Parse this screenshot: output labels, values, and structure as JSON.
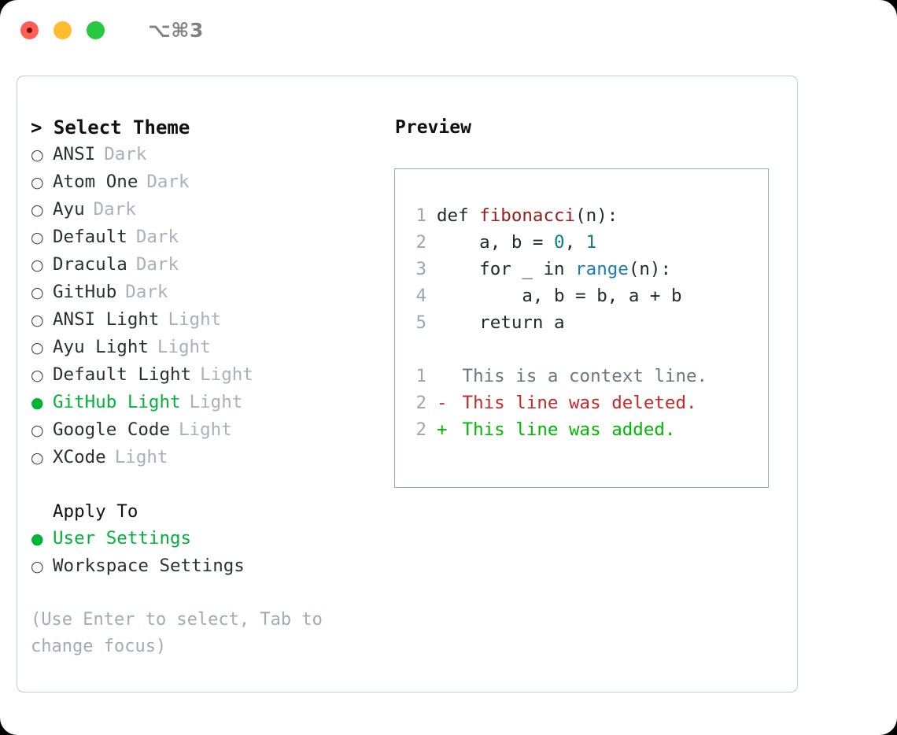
{
  "titlebar": {
    "shortcut": "⌥⌘3",
    "lights": [
      "close",
      "minimize",
      "maximize"
    ]
  },
  "theme_picker": {
    "header": "> Select Theme",
    "bullet_unselected": "○",
    "bullet_selected": "●",
    "accent_color": "#00b339",
    "items": [
      {
        "label": "ANSI",
        "kind": "Dark",
        "selected": false
      },
      {
        "label": "Atom One",
        "kind": "Dark",
        "selected": false
      },
      {
        "label": "Ayu",
        "kind": "Dark",
        "selected": false
      },
      {
        "label": "Default",
        "kind": "Dark",
        "selected": false
      },
      {
        "label": "Dracula",
        "kind": "Dark",
        "selected": false
      },
      {
        "label": "GitHub",
        "kind": "Dark",
        "selected": false
      },
      {
        "label": "ANSI Light",
        "kind": "Light",
        "selected": false
      },
      {
        "label": "Ayu Light",
        "kind": "Light",
        "selected": false
      },
      {
        "label": "Default Light",
        "kind": "Light",
        "selected": false
      },
      {
        "label": "GitHub Light",
        "kind": "Light",
        "selected": true
      },
      {
        "label": "Google Code",
        "kind": "Light",
        "selected": false
      },
      {
        "label": "XCode",
        "kind": "Light",
        "selected": false
      }
    ]
  },
  "apply_to": {
    "header": "Apply To",
    "options": [
      {
        "label": "User Settings",
        "selected": true
      },
      {
        "label": "Workspace Settings",
        "selected": false
      }
    ]
  },
  "help_text": "(Use Enter to select, Tab to change focus)",
  "preview": {
    "title": "Preview",
    "code_lines": [
      {
        "no": "1",
        "parts": [
          {
            "t": "def ",
            "c": "plain"
          },
          {
            "t": "fibonacci",
            "c": "fn"
          },
          {
            "t": "(n):",
            "c": "plain"
          }
        ]
      },
      {
        "no": "2",
        "parts": [
          {
            "t": "    a, b = ",
            "c": "plain"
          },
          {
            "t": "0",
            "c": "num"
          },
          {
            "t": ", ",
            "c": "plain"
          },
          {
            "t": "1",
            "c": "num"
          }
        ]
      },
      {
        "no": "3",
        "parts": [
          {
            "t": "    for _ in ",
            "c": "plain"
          },
          {
            "t": "range",
            "c": "call"
          },
          {
            "t": "(n):",
            "c": "plain"
          }
        ]
      },
      {
        "no": "4",
        "parts": [
          {
            "t": "        a, b = b, a + b",
            "c": "plain"
          }
        ]
      },
      {
        "no": "5",
        "parts": [
          {
            "t": "    return a",
            "c": "plain"
          }
        ]
      }
    ],
    "diff_lines": [
      {
        "no": "1",
        "marker": " ",
        "text": " This is a context line.",
        "kind": "ctx"
      },
      {
        "no": "2",
        "marker": "-",
        "text": " This line was deleted.",
        "kind": "del"
      },
      {
        "no": "2",
        "marker": "+",
        "text": " This line was added.",
        "kind": "add"
      }
    ]
  }
}
